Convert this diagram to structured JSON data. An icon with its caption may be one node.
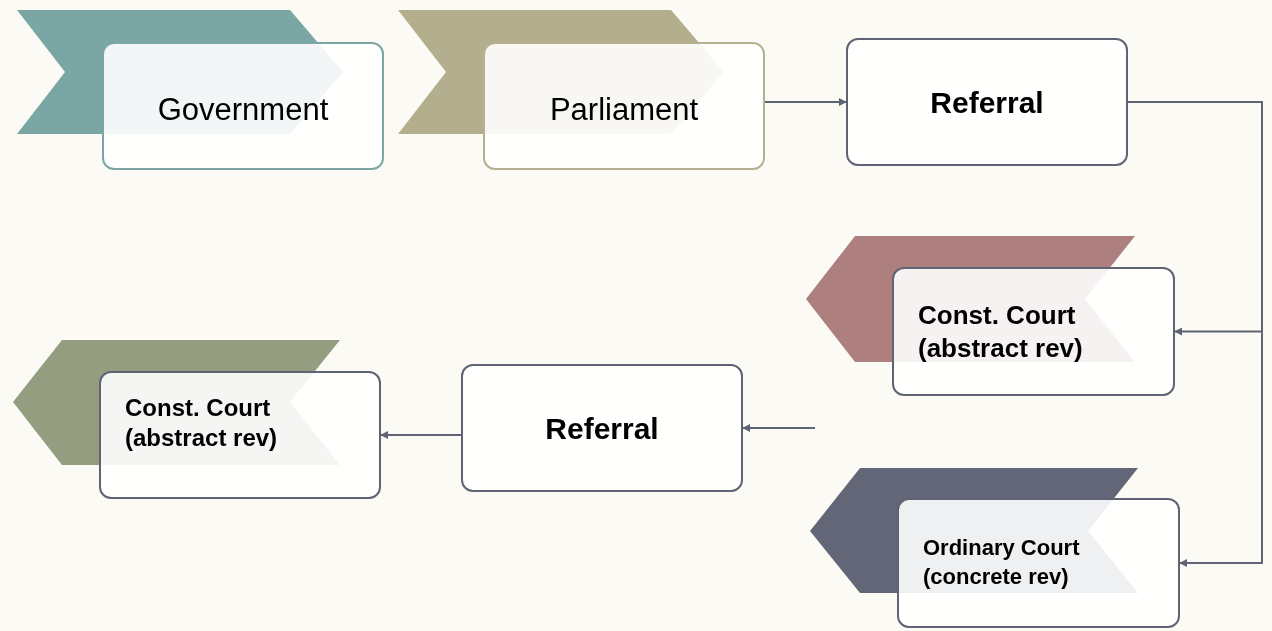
{
  "diagram": {
    "nodes": [
      {
        "text": [
          "Government"
        ]
      },
      {
        "text": [
          "Parliament"
        ]
      },
      {
        "text": [
          "Referral"
        ]
      },
      {
        "text": [
          "Const. Court (abstract rev)"
        ]
      },
      {
        "text": [
          "Ordinary Court (concrete rev)"
        ]
      },
      {
        "text": [
          "Referral"
        ]
      },
      {
        "text": [
          "Const. Court (abstract rev)"
        ]
      }
    ],
    "edges": [
      {
        "from": 1,
        "to": 2,
        "arrow": "to"
      },
      {
        "from": 2,
        "to": 3,
        "arrow": "to"
      },
      {
        "from": 2,
        "to": 4,
        "arrow": "to"
      },
      {
        "from": null,
        "to": 5,
        "arrow": "to"
      },
      {
        "from": 5,
        "to": 6,
        "arrow": "to"
      }
    ]
  }
}
